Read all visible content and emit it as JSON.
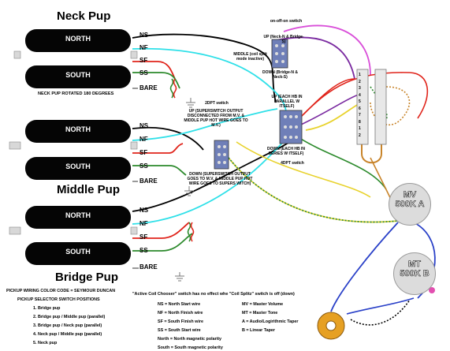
{
  "pickups": {
    "neck": {
      "title": "Neck Pup",
      "north": "NORTH",
      "south": "SOUTH",
      "note": "NECK PUP ROTATED 180 DEGREES"
    },
    "middle": {
      "title": "Middle Pup",
      "north": "NORTH",
      "south": "SOUTH"
    },
    "bridge": {
      "title": "Bridge Pup",
      "north": "NORTH",
      "south": "SOUTH"
    }
  },
  "wire_labels": {
    "ns": "NS",
    "nf": "NF",
    "sf": "SF",
    "ss": "SS",
    "bare": "BARE"
  },
  "switches": {
    "on_off_on": {
      "title": "on-off-on switch",
      "up": "UP (Neck-N & Bridge-S)",
      "middle": "MIDDLE (coil split mode inactive)",
      "down": "DOWN (Bridge-N & Neck-S)"
    },
    "dpdt_2": {
      "title": "2DPT switch",
      "up": "UP (SUPERSWITCH OUTPUT DISCONNECTED FROM M.V. & MIDDLE PUP HOT WIRE GOES TO M.V.)",
      "down": "DOWN (SUPERSWITCH OUTPUT GOES TO M.V. & MIDDLE PUP HOT WIRE GOES TO SUPERS WITCH)"
    },
    "dpdt_4": {
      "title": "4DPT switch",
      "up": "UP (EACH HB IN PARALLEL W ITSELF)",
      "down": "DOWN (EACH HB IN SERIES W ITSELF)"
    }
  },
  "superswitch_pins": [
    "1",
    "2",
    "3",
    "4",
    "5",
    "6",
    "7",
    "8",
    "1",
    "2"
  ],
  "pots": {
    "mv": {
      "line1": "MV",
      "line2": "500K A"
    },
    "mt": {
      "line1": "MT",
      "line2": "500K B"
    }
  },
  "legend": {
    "color_code": "PICKUP WIRING COLOR CODE = SEYMOUR DUNCAN",
    "positions_title": "PICKUP SELECTOR SWITCH POSITIONS",
    "positions": [
      "1. Bridge pup",
      "2. Bridge pup / Middle pup (parallel)",
      "3. Bridge pup / Neck pup (parallel)",
      "4. Neck pup / Middle pup (parallel)",
      "5. Neck pup"
    ],
    "coil_note": "\"Active Coil Chooser\" switch has no effect whe \"Coil Splitz\" switch is off (down)",
    "wire_defs": [
      "NS = North Start wire",
      "NF = North Finish wire",
      "SF = South Finish wire",
      "SS = South Start wire",
      "North = North magnetic polarity",
      "South = South magnetic polarity"
    ],
    "pot_defs": [
      "MV = Master Volume",
      "MT = Master Tone",
      "A = Audio/Logirithmic Taper",
      "B = Linear Taper"
    ]
  },
  "colors": {
    "black": "#000000",
    "white": "#ffffff",
    "green": "#2c8a2c",
    "red": "#e0241b",
    "cyan": "#2ee0e8",
    "yellow": "#e8d22c",
    "purple": "#7a2aa0",
    "magenta": "#d94fd9",
    "orange": "#c8842a",
    "blue": "#2940c8"
  }
}
